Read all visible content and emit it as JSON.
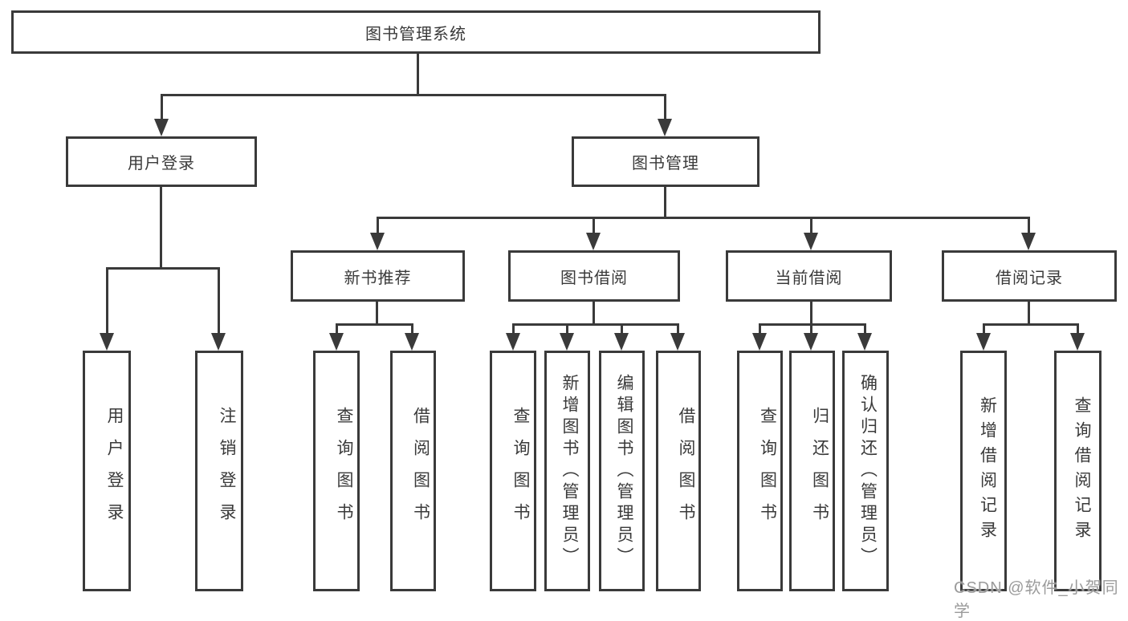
{
  "diagram": {
    "root": {
      "label": "图书管理系统"
    },
    "level2": [
      {
        "label": "用户登录"
      },
      {
        "label": "图书管理"
      }
    ],
    "level3": [
      {
        "label": "新书推荐"
      },
      {
        "label": "图书借阅"
      },
      {
        "label": "当前借阅"
      },
      {
        "label": "借阅记录"
      }
    ],
    "leaves": {
      "user_login": [
        "用户登录",
        "注销登录"
      ],
      "new_book_recommend": [
        "查询图书",
        "借阅图书"
      ],
      "book_borrow": [
        "查询图书",
        "新增图书（管理员）",
        "编辑图书（管理员）",
        "借阅图书"
      ],
      "current_borrow": [
        "查询图书",
        "归还图书",
        "确认归还（管理员）"
      ],
      "borrow_record": [
        "新增借阅记录",
        "查询借阅记录"
      ]
    },
    "colors": {
      "line": "#3a3a3a",
      "text": "#3a3a3a",
      "box_fill": "#ffffff",
      "watermark": "#9b9b9b"
    }
  },
  "watermark": {
    "text": "CSDN @软件_小贺同学"
  }
}
